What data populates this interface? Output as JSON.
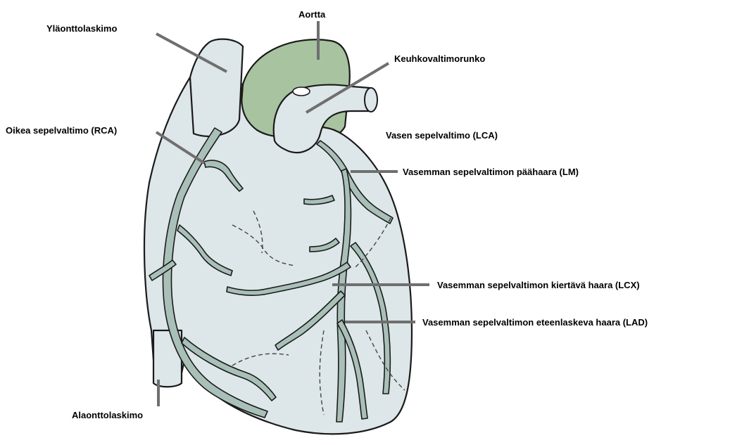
{
  "labels": {
    "svc": "Yläonttolaskimo",
    "aorta": "Aortta",
    "pulmonary_trunk": "Keuhkovaltimorunko",
    "rca": "Oikea sepelvaltimo (RCA)",
    "lca": "Vasen sepelvaltimo (LCA)",
    "lm": "Vasemman sepelvaltimon päähaara (LM)",
    "lcx": "Vasemman sepelvaltimon kiertävä haara (LCX)",
    "lad": "Vasemman sepelvaltimon eteenlaskeva haara (LAD)",
    "ivc": "Alaonttolaskimo"
  },
  "colors": {
    "heart_fill": "#dde6e8",
    "aorta_fill": "#a8c39f",
    "vessel_fill": "#a9c0b9",
    "leader_line": "#6f6f6f",
    "outline": "#1a1a1a"
  }
}
